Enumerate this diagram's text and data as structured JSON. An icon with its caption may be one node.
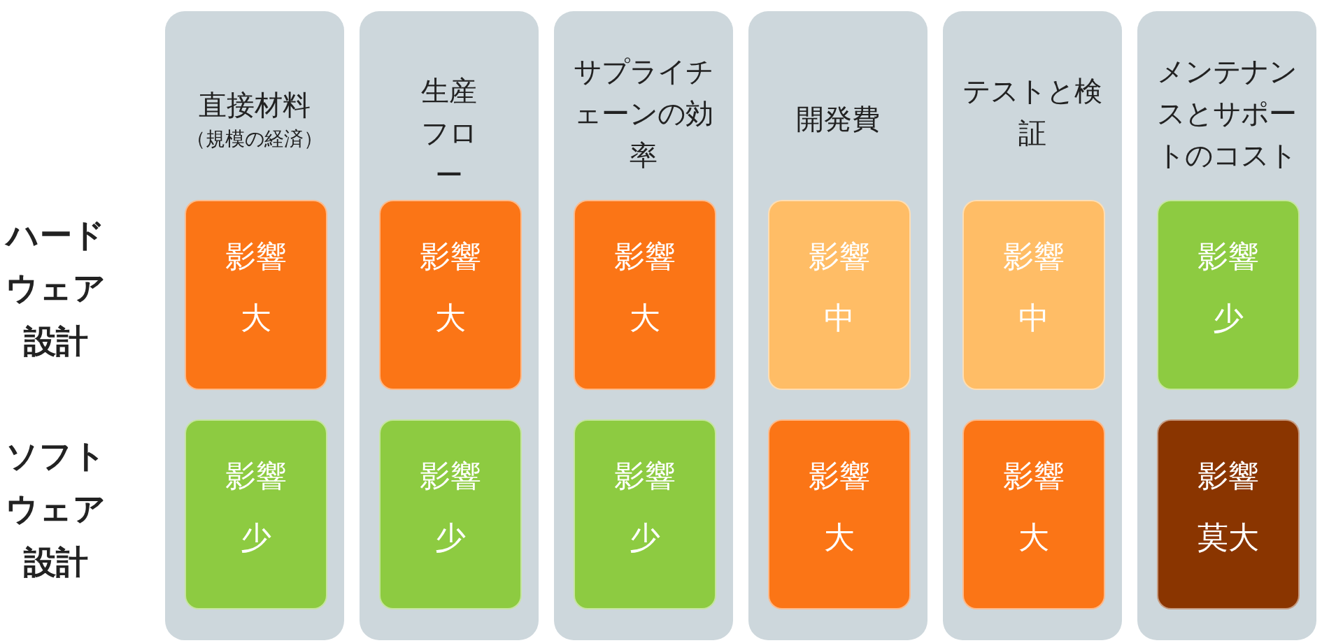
{
  "diagram": {
    "nodes": [
      {
        "text": [
          "直接材料",
          "（規模の経済）"
        ]
      },
      {
        "text": [
          "影響",
          "大"
        ],
        "in": 0
      },
      {
        "text": [
          "影響",
          "少"
        ],
        "in": 0
      },
      {
        "text": [
          "生産フロー"
        ]
      },
      {
        "text": [
          "影響",
          "大"
        ],
        "in": 3
      },
      {
        "text": [
          "影響",
          "少"
        ],
        "in": 3
      },
      {
        "text": [
          "サプライチェーンの効率"
        ]
      },
      {
        "text": [
          "影響",
          "大"
        ],
        "in": 6
      },
      {
        "text": [
          "影響",
          "少"
        ],
        "in": 6
      },
      {
        "text": [
          "開発費"
        ]
      },
      {
        "text": [
          "影響",
          "中"
        ],
        "in": 9
      },
      {
        "text": [
          "影響",
          "大"
        ],
        "in": 9
      },
      {
        "text": [
          "テストと検証"
        ]
      },
      {
        "text": [
          "影響",
          "中"
        ],
        "in": 12
      },
      {
        "text": [
          "影響",
          "大"
        ],
        "in": 12
      },
      {
        "text": [
          "メンテナンスとサポートのコスト"
        ]
      },
      {
        "text": [
          "影響",
          "少"
        ],
        "in": 15
      },
      {
        "text": [
          "影響",
          "莫大"
        ],
        "in": 15
      }
    ],
    "labels": [
      "ハードウェア設計",
      "ソフトウェア設計"
    ]
  }
}
